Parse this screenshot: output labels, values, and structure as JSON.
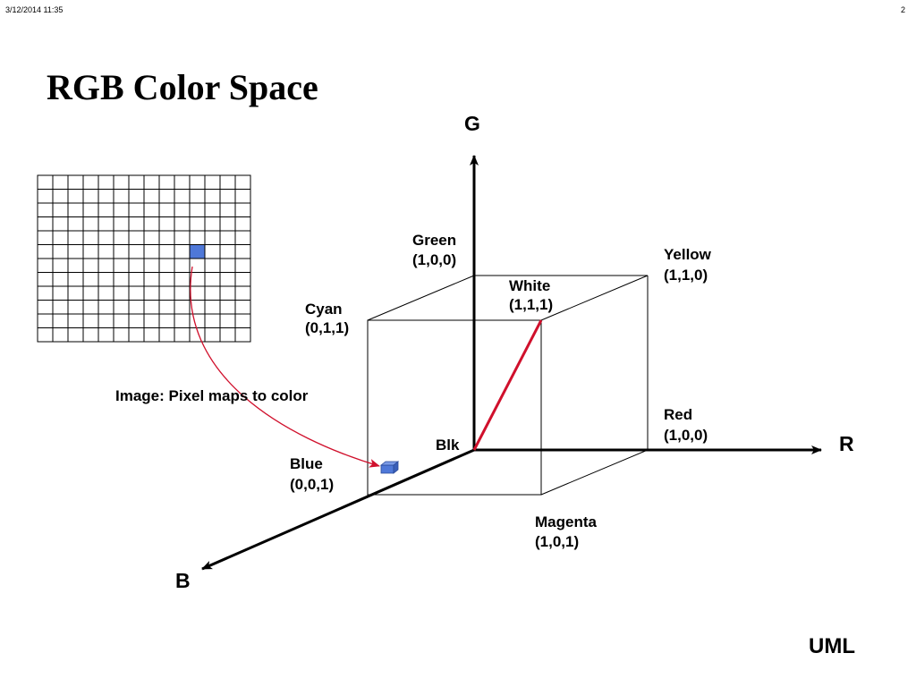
{
  "header": {
    "datetime": "3/12/2014   11:35",
    "page_number": "2"
  },
  "title": "RGB Color Space",
  "caption": "Image: Pixel maps to color",
  "footer": "UML",
  "axes": {
    "g": "G",
    "r": "R",
    "b": "B"
  },
  "vertices": {
    "green": {
      "name": "Green",
      "coords": "(1,0,0)"
    },
    "yellow": {
      "name": "Yellow",
      "coords": "(1,1,0)"
    },
    "white": {
      "name": "White",
      "coords": "(1,1,1)"
    },
    "cyan": {
      "name": "Cyan",
      "coords": "(0,1,1)"
    },
    "red": {
      "name": "Red",
      "coords": "(1,0,0)"
    },
    "black": {
      "name": "Blk"
    },
    "blue": {
      "name": "Blue",
      "coords": "(0,0,1)"
    },
    "magenta": {
      "name": "Magenta",
      "coords": "(1,0,1)"
    }
  },
  "pixel_grid": {
    "rows": 12,
    "cols": 14,
    "highlight_row": 5,
    "highlight_col": 10
  },
  "colors": {
    "highlight_pixel": "#4f78d8",
    "mapping_arrow": "#d0102c",
    "diagonal": "#d0102c",
    "lines": "#000000"
  }
}
